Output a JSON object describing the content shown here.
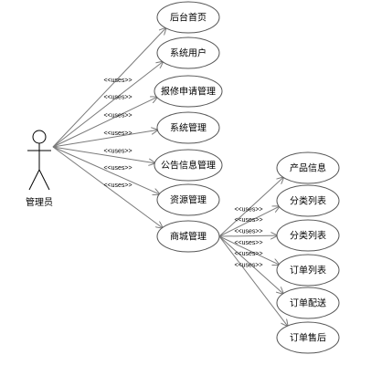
{
  "diagram": {
    "actor": {
      "label": "管理员"
    },
    "use_cases": [
      {
        "id": "home",
        "label": "后台首页"
      },
      {
        "id": "sysuser",
        "label": "系统用户"
      },
      {
        "id": "repair",
        "label": "报修申请管理"
      },
      {
        "id": "sysmgmt",
        "label": "系统管理"
      },
      {
        "id": "notice",
        "label": "公告信息管理"
      },
      {
        "id": "resource",
        "label": "资源管理"
      },
      {
        "id": "mall",
        "label": "商城管理"
      },
      {
        "id": "product",
        "label": "产品信息"
      },
      {
        "id": "cat1",
        "label": "分类列表"
      },
      {
        "id": "cat2",
        "label": "分类列表"
      },
      {
        "id": "orders",
        "label": "订单列表"
      },
      {
        "id": "delivery",
        "label": "订单配送"
      },
      {
        "id": "aftersale",
        "label": "订单售后"
      }
    ],
    "uses_label": "<<uses>>",
    "relations": [
      {
        "from": "actor",
        "to": "home"
      },
      {
        "from": "actor",
        "to": "sysuser"
      },
      {
        "from": "actor",
        "to": "repair"
      },
      {
        "from": "actor",
        "to": "sysmgmt"
      },
      {
        "from": "actor",
        "to": "notice"
      },
      {
        "from": "actor",
        "to": "resource"
      },
      {
        "from": "actor",
        "to": "mall"
      },
      {
        "from": "mall",
        "to": "product"
      },
      {
        "from": "mall",
        "to": "cat1"
      },
      {
        "from": "mall",
        "to": "cat2"
      },
      {
        "from": "mall",
        "to": "orders"
      },
      {
        "from": "mall",
        "to": "delivery"
      },
      {
        "from": "mall",
        "to": "aftersale"
      }
    ]
  }
}
